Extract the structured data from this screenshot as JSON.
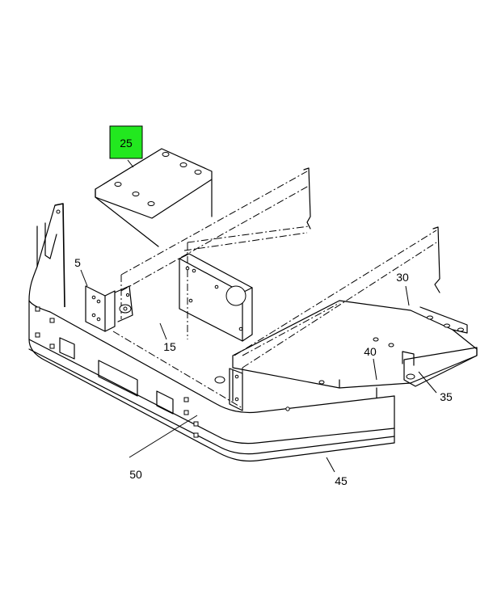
{
  "callouts": {
    "c5": "5",
    "c15": "15",
    "c25": "25",
    "c30": "30",
    "c35": "35",
    "c40": "40",
    "c45": "45",
    "c50": "50"
  },
  "highlight": {
    "part": "25",
    "color": "#22e81f"
  }
}
